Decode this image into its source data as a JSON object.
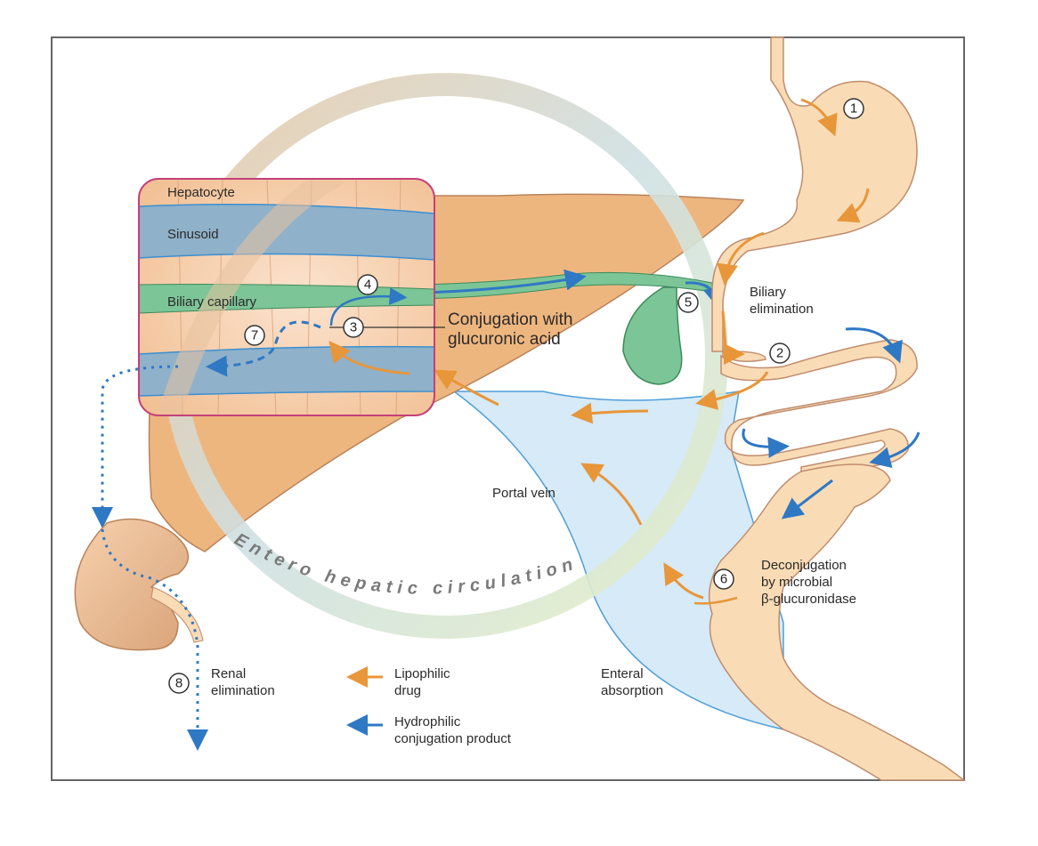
{
  "diagram": {
    "title": "Enterohepatic circulation of drugs",
    "circulation_label": "Entero hepatic circulation",
    "inset": {
      "hepatocyte": "Hepatocyte",
      "sinusoid": "Sinusoid",
      "biliary_capillary": "Biliary capillary"
    },
    "steps": [
      {
        "number": "1",
        "label": ""
      },
      {
        "number": "2",
        "label": ""
      },
      {
        "number": "3",
        "label": "Conjugation with glucuronic acid",
        "lines": [
          "Conjugation with",
          "glucuronic acid"
        ]
      },
      {
        "number": "4",
        "label": ""
      },
      {
        "number": "5",
        "label": "Biliary elimination",
        "lines": [
          "Biliary",
          "elimination"
        ]
      },
      {
        "number": "6",
        "label": "Deconjugation by microbial β-glucuronidase",
        "lines": [
          "Deconjugation",
          "by microbial",
          "β-glucuronidase"
        ]
      },
      {
        "number": "7",
        "label": ""
      },
      {
        "number": "8",
        "label": "Renal elimination",
        "lines": [
          "Renal",
          "elimination"
        ]
      }
    ],
    "portal_vein": "Portal vein",
    "enteral_absorption": {
      "lines": [
        "Enteral",
        "absorption"
      ]
    },
    "legend": [
      {
        "name": "lipophilic",
        "lines": [
          "Lipophilic",
          "drug"
        ],
        "color": "#e8963a"
      },
      {
        "name": "hydrophilic",
        "lines": [
          "Hydrophilic",
          "conjugation product"
        ],
        "color": "#2f78c4"
      }
    ],
    "colors": {
      "lipophilic_arrow": "#e8963a",
      "hydrophilic_arrow": "#2f78c4",
      "liver": "#eeb67f",
      "gut": "#f9dcb6",
      "bile": "#7cc596",
      "sinusoid": "#8fb1c9",
      "portal": "#d6eaf7",
      "inset_border": "#c4407a"
    }
  }
}
